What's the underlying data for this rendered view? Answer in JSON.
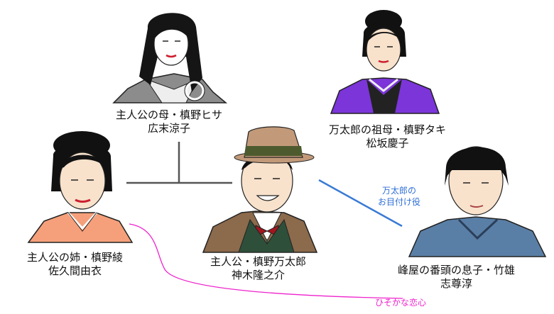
{
  "people": {
    "mother": {
      "name": "主人公の母・槙野ヒサ",
      "actor": "広末涼子"
    },
    "grandmother": {
      "name": "万太郎の祖母・槙野タキ",
      "actor": "松坂慶子"
    },
    "sister": {
      "name": "主人公の姉・槙野綾",
      "actor": "佐久間由衣"
    },
    "protagonist": {
      "name": "主人公・槙野万太郎",
      "actor": "神木隆之介"
    },
    "chief_clerk_son": {
      "name": "峰屋の番頭の息子・竹雄",
      "actor": "志尊淳"
    }
  },
  "relations": {
    "attendant": {
      "line1": "万太郎の",
      "line2": "お目付け役",
      "color": "#3a7bd5"
    },
    "secret_love": {
      "text": "ひそかな恋心",
      "color": "#ee22cc"
    },
    "family_line_color": "#555555"
  }
}
